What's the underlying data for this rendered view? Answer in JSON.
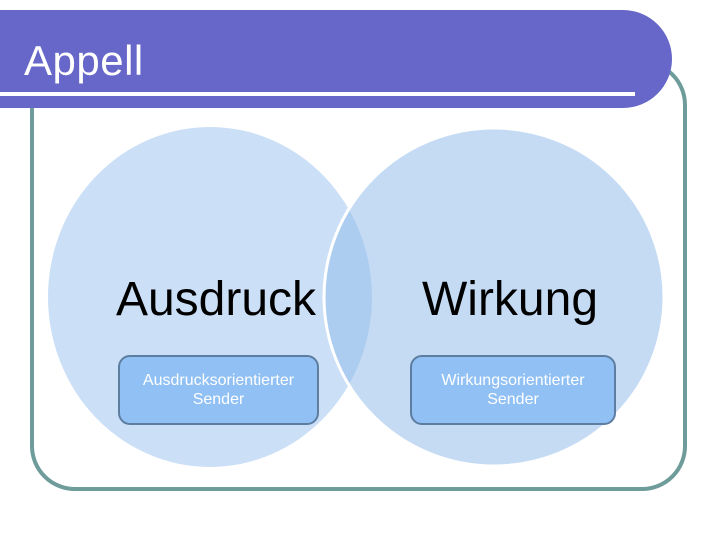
{
  "slide_title": "Appell",
  "venn": {
    "left": {
      "label": "Ausdruck",
      "box_label": "Ausdrucksorientierter Sender"
    },
    "right": {
      "label": "Wirkung",
      "box_label": "Wirkungsorientierter Sender"
    }
  },
  "colors": {
    "title_bar": "#6767C9",
    "title_text": "#FFFFFF",
    "title_underline": "#FFFFFF",
    "frame_border": "#6E9C9B",
    "circle_fill": "#CBDFF7",
    "overlap_fill": "#AECCF0",
    "circle_outline": "#FFFFFF",
    "box_fill": "#90C0F4",
    "box_border": "#5E7EA1",
    "box_text": "#FFFFFF",
    "label_text": "#000000"
  }
}
